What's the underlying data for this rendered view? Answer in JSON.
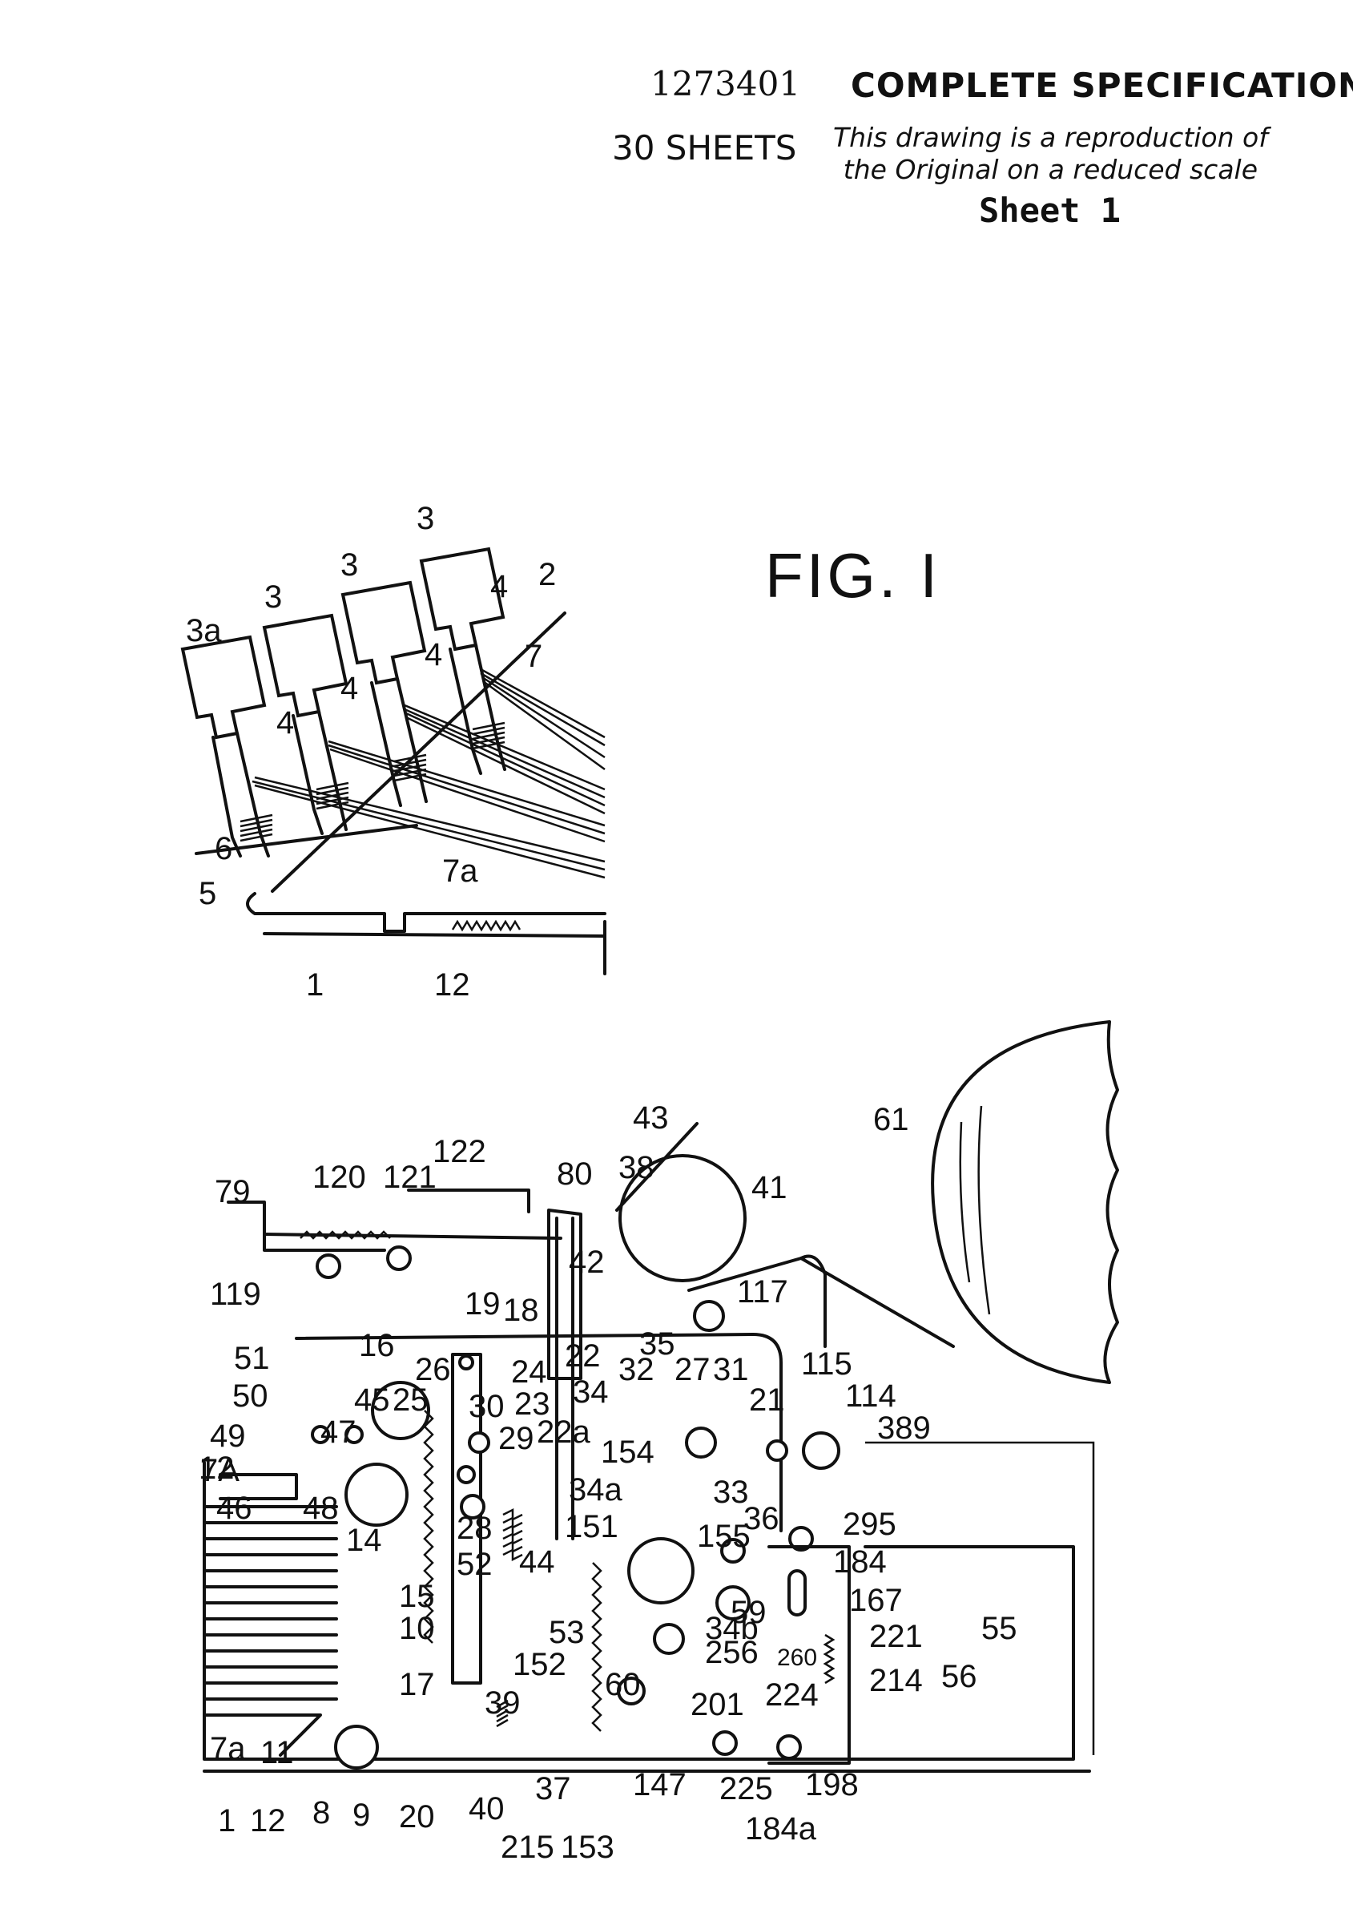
{
  "header": {
    "patent_number": "1273401",
    "spec_title": "COMPLETE SPECIFICATION",
    "sheets": "30 SHEETS",
    "note_line1": "This drawing is a reproduction of",
    "note_line2": "the Original on a reduced scale",
    "sheet": "Sheet 1"
  },
  "figure": {
    "title": "FIG. I"
  },
  "top_labels": {
    "l3_a": "3",
    "l3_b": "3",
    "l3_c": "3",
    "l3_d": "3",
    "l3a": "3a",
    "l2": "2",
    "l4_a": "4",
    "l4_b": "4",
    "l4_c": "4",
    "l4_d": "4",
    "l7": "7",
    "l6": "6",
    "l5": "5",
    "l7a": "7a",
    "l1": "1",
    "l12": "12"
  },
  "bottom_labels": [
    "43",
    "61",
    "122",
    "80",
    "38",
    "41",
    "120",
    "121",
    "79",
    "42",
    "119",
    "117",
    "19",
    "18",
    "16",
    "51",
    "35",
    "115",
    "26",
    "22",
    "32",
    "27",
    "31",
    "24",
    "114",
    "50",
    "45",
    "25",
    "23",
    "34",
    "21",
    "30",
    "389",
    "49",
    "47",
    "29",
    "22a",
    "7A",
    "154",
    "33",
    "34a",
    "36",
    "295",
    "46",
    "12",
    "48",
    "14",
    "28",
    "151",
    "155",
    "52",
    "44",
    "184",
    "167",
    "59",
    "15",
    "10",
    "34b",
    "53",
    "221",
    "55",
    "256",
    "260",
    "152",
    "56",
    "214",
    "17",
    "60",
    "224",
    "39",
    "201",
    "198",
    "7a",
    "11",
    "8",
    "9",
    "20",
    "40",
    "37",
    "147",
    "225",
    "1",
    "12",
    "215",
    "153",
    "184a"
  ]
}
